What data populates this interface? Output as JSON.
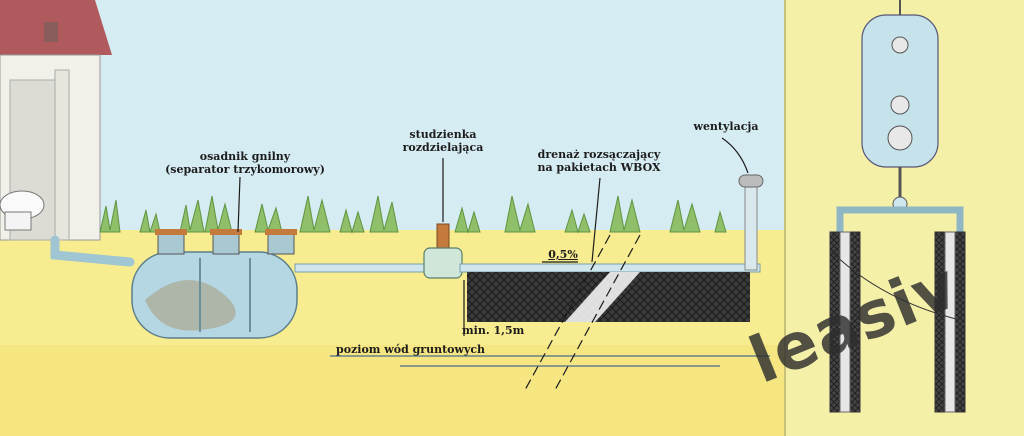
{
  "labels": {
    "septic_tank_line1": "osadnik gnilny",
    "septic_tank_line2": "(separator trzykomorowy)",
    "distribution_well_line1": "studzienka",
    "distribution_well_line2": "rozdzielająca",
    "drainage_line1": "drenaż rozsączający",
    "drainage_line2": "na pakietach WBOX",
    "ventilation": "wentylacja",
    "slope": "0,5%",
    "min_depth": "min. 1,5m",
    "groundwater_level": "poziom wód gruntowych"
  },
  "watermark": "leasiv",
  "colors": {
    "sky": "#d6ecf3",
    "ground": "#f7ec8f",
    "grass": "#8fbf68",
    "pipe": "#cfe6ec",
    "tank": "#b4d7e3",
    "gravel": "#2b2b2b",
    "lid": "#c47a3c",
    "roof": "#b05a5e",
    "right_panel": "#f5f0a8"
  }
}
